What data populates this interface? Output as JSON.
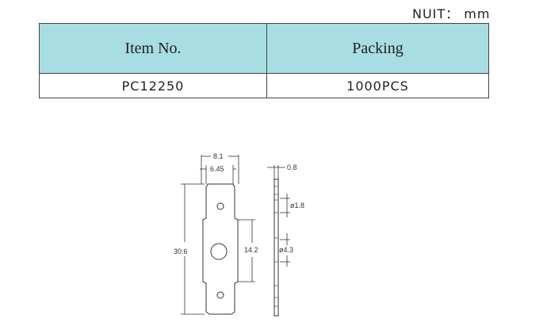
{
  "units_note": "NUIT： mm",
  "table": {
    "headers": [
      "Item No.",
      "Packing"
    ],
    "row": [
      "PC12250",
      "1000PCS"
    ]
  },
  "drawing": {
    "dims": {
      "width_total": "8.1",
      "width_inner": "6.45",
      "length_total": "30.6",
      "mid_length": "14.2",
      "thickness": "0.8",
      "hole_small": "ø1.8",
      "hole_large": "ø4.3"
    }
  }
}
